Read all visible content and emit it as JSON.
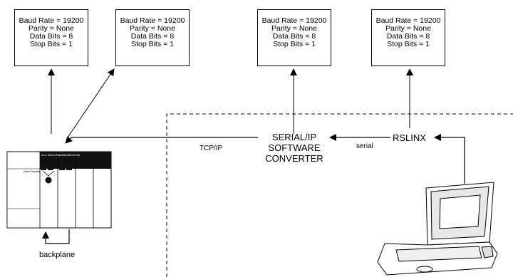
{
  "config_boxes": [
    {
      "lines": [
        "Baud Rate = 19200",
        "Parity = None",
        "Data Bits = 8",
        "Stop Bits = 1"
      ]
    },
    {
      "lines": [
        "Baud Rate = 19200",
        "Parity = None",
        "Data Bits = 8",
        "Stop Bits = 1"
      ]
    },
    {
      "lines": [
        "Baud Rate = 19200",
        "Parity = None",
        "Data Bits = 8",
        "Stop Bits = 1"
      ]
    },
    {
      "lines": [
        "Baud Rate = 19200",
        "Parity = None",
        "Data Bits = 8",
        "Stop Bits = 1"
      ]
    }
  ],
  "converter": {
    "line1": "SERIAL/IP",
    "line2": "SOFTWARE",
    "line3": "CONVERTER"
  },
  "rslinx": "RSLINX",
  "tcp_label": "TCP/IP",
  "serial_label": "serial",
  "backplane_label": "backplane",
  "plc": {
    "module_title": "SLC 5/05 CPU",
    "module2_title": "COMMUNICATION",
    "brand": "Allen-Bradley"
  }
}
